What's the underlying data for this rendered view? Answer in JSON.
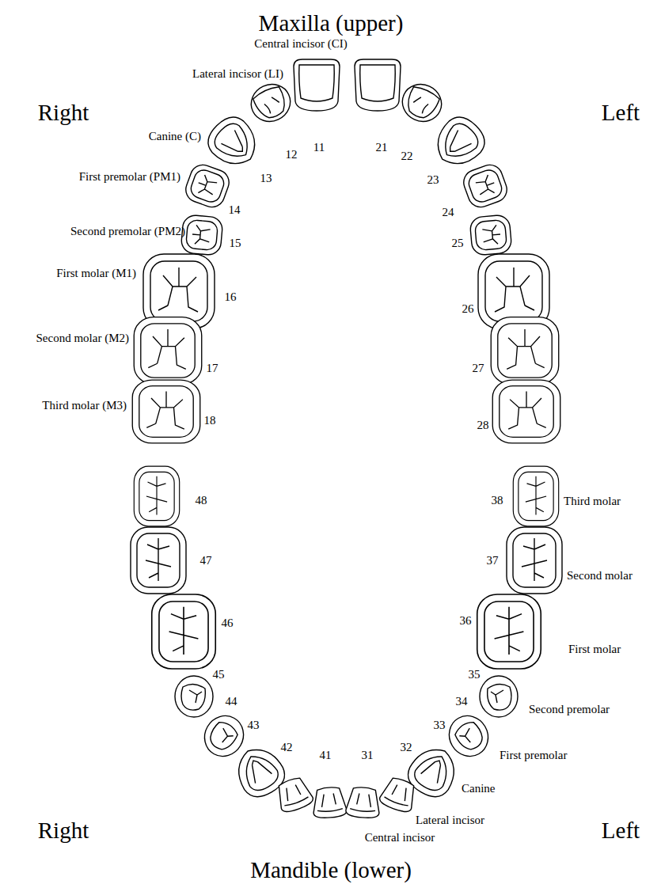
{
  "diagram": {
    "labels": [
      "Maxilla (upper)",
      "Right",
      "Left",
      "Central incisor (CI)",
      "Lateral incisor (LI)",
      "Canine (C)",
      "First premolar (PM1)",
      "Second premolar (PM2)",
      "First molar (M1)",
      "Second molar (M2)",
      "Third molar (M3)",
      "11",
      "12",
      "13",
      "14",
      "15",
      "16",
      "17",
      "18",
      "21",
      "22",
      "23",
      "24",
      "25",
      "26",
      "27",
      "28",
      "48",
      "47",
      "46",
      "45",
      "44",
      "43",
      "42",
      "41",
      "31",
      "32",
      "33",
      "34",
      "35",
      "36",
      "37",
      "38",
      "Third molar",
      "Second molar",
      "First molar",
      "Second premolar",
      "First premolar",
      "Canine",
      "Lateral incisor",
      "Central incisor",
      "Right",
      "Left",
      "Mandible (lower)"
    ]
  }
}
